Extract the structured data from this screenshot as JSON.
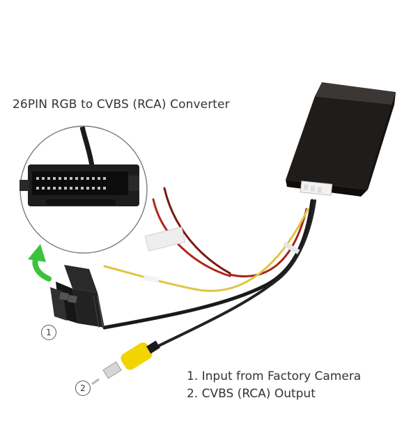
{
  "product_title": "26PIN RGB to CVBS (RCA) Converter",
  "callouts": {
    "one": "1",
    "two": "2"
  },
  "legend": {
    "item_1": "1. Input from Factory Camera",
    "item_2": "2. CVBS (RCA) Output"
  },
  "colors": {
    "background": "#ffffff",
    "module_box": "#1f1c1a",
    "connector": "#2a2a2a",
    "rca_plug": "#f2d400",
    "arrow": "#3cc33c",
    "wire_red": "#b3261e",
    "wire_yellow": "#e0c440",
    "wire_black": "#1a1a1a"
  },
  "icons": {
    "arrow": "green-curved-arrow-icon"
  }
}
